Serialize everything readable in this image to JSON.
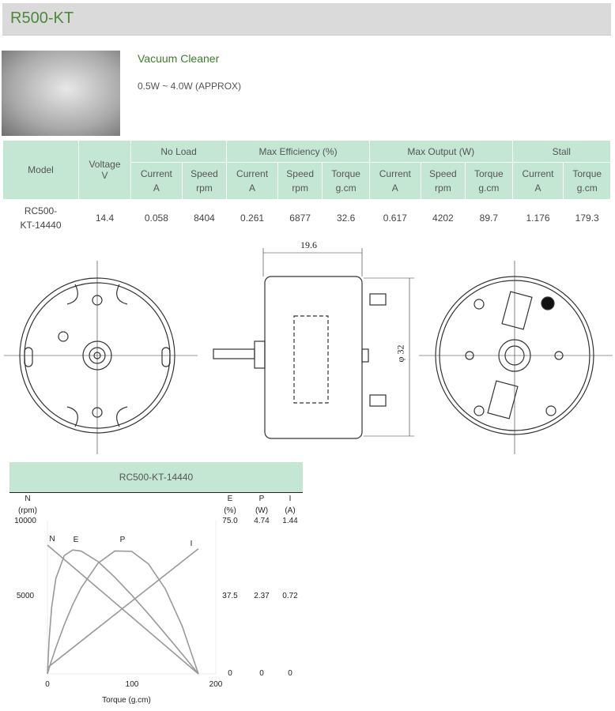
{
  "title": "R500-KT",
  "application": "Vacuum Cleaner",
  "power_range": "0.5W ~ 4.0W (APPROX)",
  "table": {
    "headers": {
      "model": "Model",
      "voltage": "Voltage",
      "voltage_unit": "V",
      "no_load": "No Load",
      "max_eff": "Max Efficiency (%)",
      "max_out": "Max Output (W)",
      "stall": "Stall"
    },
    "sub": [
      [
        "Current",
        "A"
      ],
      [
        "Speed",
        "rpm"
      ],
      [
        "Current",
        "A"
      ],
      [
        "Speed",
        "rpm"
      ],
      [
        "Torque",
        "g.cm"
      ],
      [
        "Current",
        "A"
      ],
      [
        "Speed",
        "rpm"
      ],
      [
        "Torque",
        "g.cm"
      ],
      [
        "Current",
        "A"
      ],
      [
        "Torque",
        "g.cm"
      ]
    ],
    "row": {
      "model_l1": "RC500-",
      "model_l2": "KT-14440",
      "values": [
        "14.4",
        "0.058",
        "8404",
        "0.261",
        "6877",
        "32.6",
        "0.617",
        "4202",
        "89.7",
        "1.176",
        "179.3"
      ]
    }
  },
  "drawing": {
    "dim_length": "19.6",
    "dim_diameter": "φ 32"
  },
  "chart_data": {
    "type": "line",
    "title": "RC500-KT-14440",
    "xlabel": "Torque (g.cm)",
    "xlim": [
      0,
      200
    ],
    "xticks": [
      "0",
      "100",
      "200"
    ],
    "left_axis": {
      "name": "N",
      "unit": "(rpm)",
      "ticks": [
        "10000",
        "5000"
      ],
      "range": [
        0,
        10000
      ]
    },
    "right_axes": [
      {
        "name": "E",
        "unit": "(%)",
        "ticks": [
          "75.0",
          "37.5",
          "0"
        ],
        "max": 75.0
      },
      {
        "name": "P",
        "unit": "(W)",
        "ticks": [
          "4.74",
          "2.37",
          "0"
        ],
        "max": 4.74
      },
      {
        "name": "I",
        "unit": "(A)",
        "ticks": [
          "1.44",
          "0.72",
          "0"
        ],
        "max": 1.44
      }
    ],
    "x": [
      0,
      2,
      5,
      10,
      20,
      30,
      40,
      60,
      80,
      100,
      120,
      140,
      160,
      179.3
    ],
    "series": [
      {
        "name": "N",
        "axis": "left",
        "values": [
          8404,
          8310,
          8170,
          7935,
          7467,
          6998,
          6529,
          5592,
          4654,
          3717,
          2779,
          1842,
          904,
          0
        ]
      },
      {
        "name": "E",
        "axis": "E",
        "values": [
          0,
          16.7,
          32.5,
          46.7,
          57.9,
          60.6,
          60.1,
          55.0,
          47.3,
          38.6,
          29.3,
          19.6,
          9.7,
          0
        ]
      },
      {
        "name": "P",
        "axis": "P",
        "values": [
          0,
          0.17,
          0.42,
          0.81,
          1.52,
          2.14,
          2.66,
          3.42,
          3.8,
          3.79,
          3.4,
          2.63,
          1.48,
          0
        ]
      },
      {
        "name": "I",
        "axis": "I",
        "values": [
          0.058,
          0.07,
          0.089,
          0.12,
          0.183,
          0.245,
          0.307,
          0.432,
          0.557,
          0.681,
          0.806,
          0.931,
          1.056,
          1.176
        ]
      }
    ],
    "curve_color": "#999999"
  }
}
